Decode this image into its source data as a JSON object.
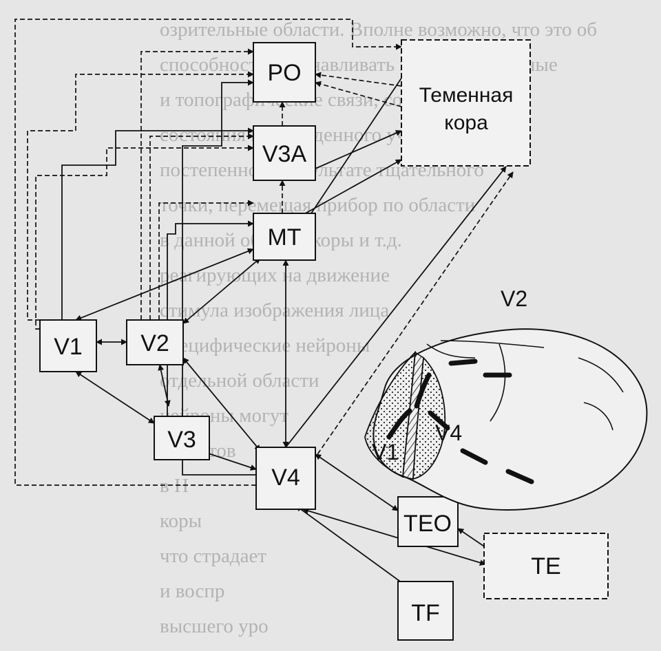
{
  "diagram": {
    "areas": [
      {
        "id": "PO",
        "label": "PO"
      },
      {
        "id": "PARIETAL",
        "label": "Теменная кора"
      },
      {
        "id": "V3A",
        "label": "V3A"
      },
      {
        "id": "MT",
        "label": "MT"
      },
      {
        "id": "V1",
        "label": "V1"
      },
      {
        "id": "V2",
        "label": "V2"
      },
      {
        "id": "V3",
        "label": "V3"
      },
      {
        "id": "V4",
        "label": "V4"
      },
      {
        "id": "TEO",
        "label": "TEO"
      },
      {
        "id": "TE",
        "label": "TE"
      },
      {
        "id": "TF",
        "label": "TF"
      }
    ],
    "brain_labels": {
      "v2": "V2",
      "v1": "V1",
      "v4": "V4"
    },
    "colors": {
      "ink": "#111111",
      "background": "#e6e6e6",
      "box_fill": "#f2f2f2"
    }
  },
  "background_text": [
    "озрительные области. Вполне возможно, что это об",
    "способности устанавливать пространственные",
    "и топографические связи, сохраняются",
    "состояния поврежденного участка коры",
    "постепенно, в результате тщательного",
    "точки, перемещая прибор по области",
    "в данной области коры и т.д.",
    "реагирующих на движение",
    "стимула изображения лица",
    "специфические нейроны",
    "отдельной области",
    "нейроны могут",
    "объектов",
    "в Н",
    "коры",
    "что страдает",
    "и воспр",
    "высшего уро"
  ]
}
